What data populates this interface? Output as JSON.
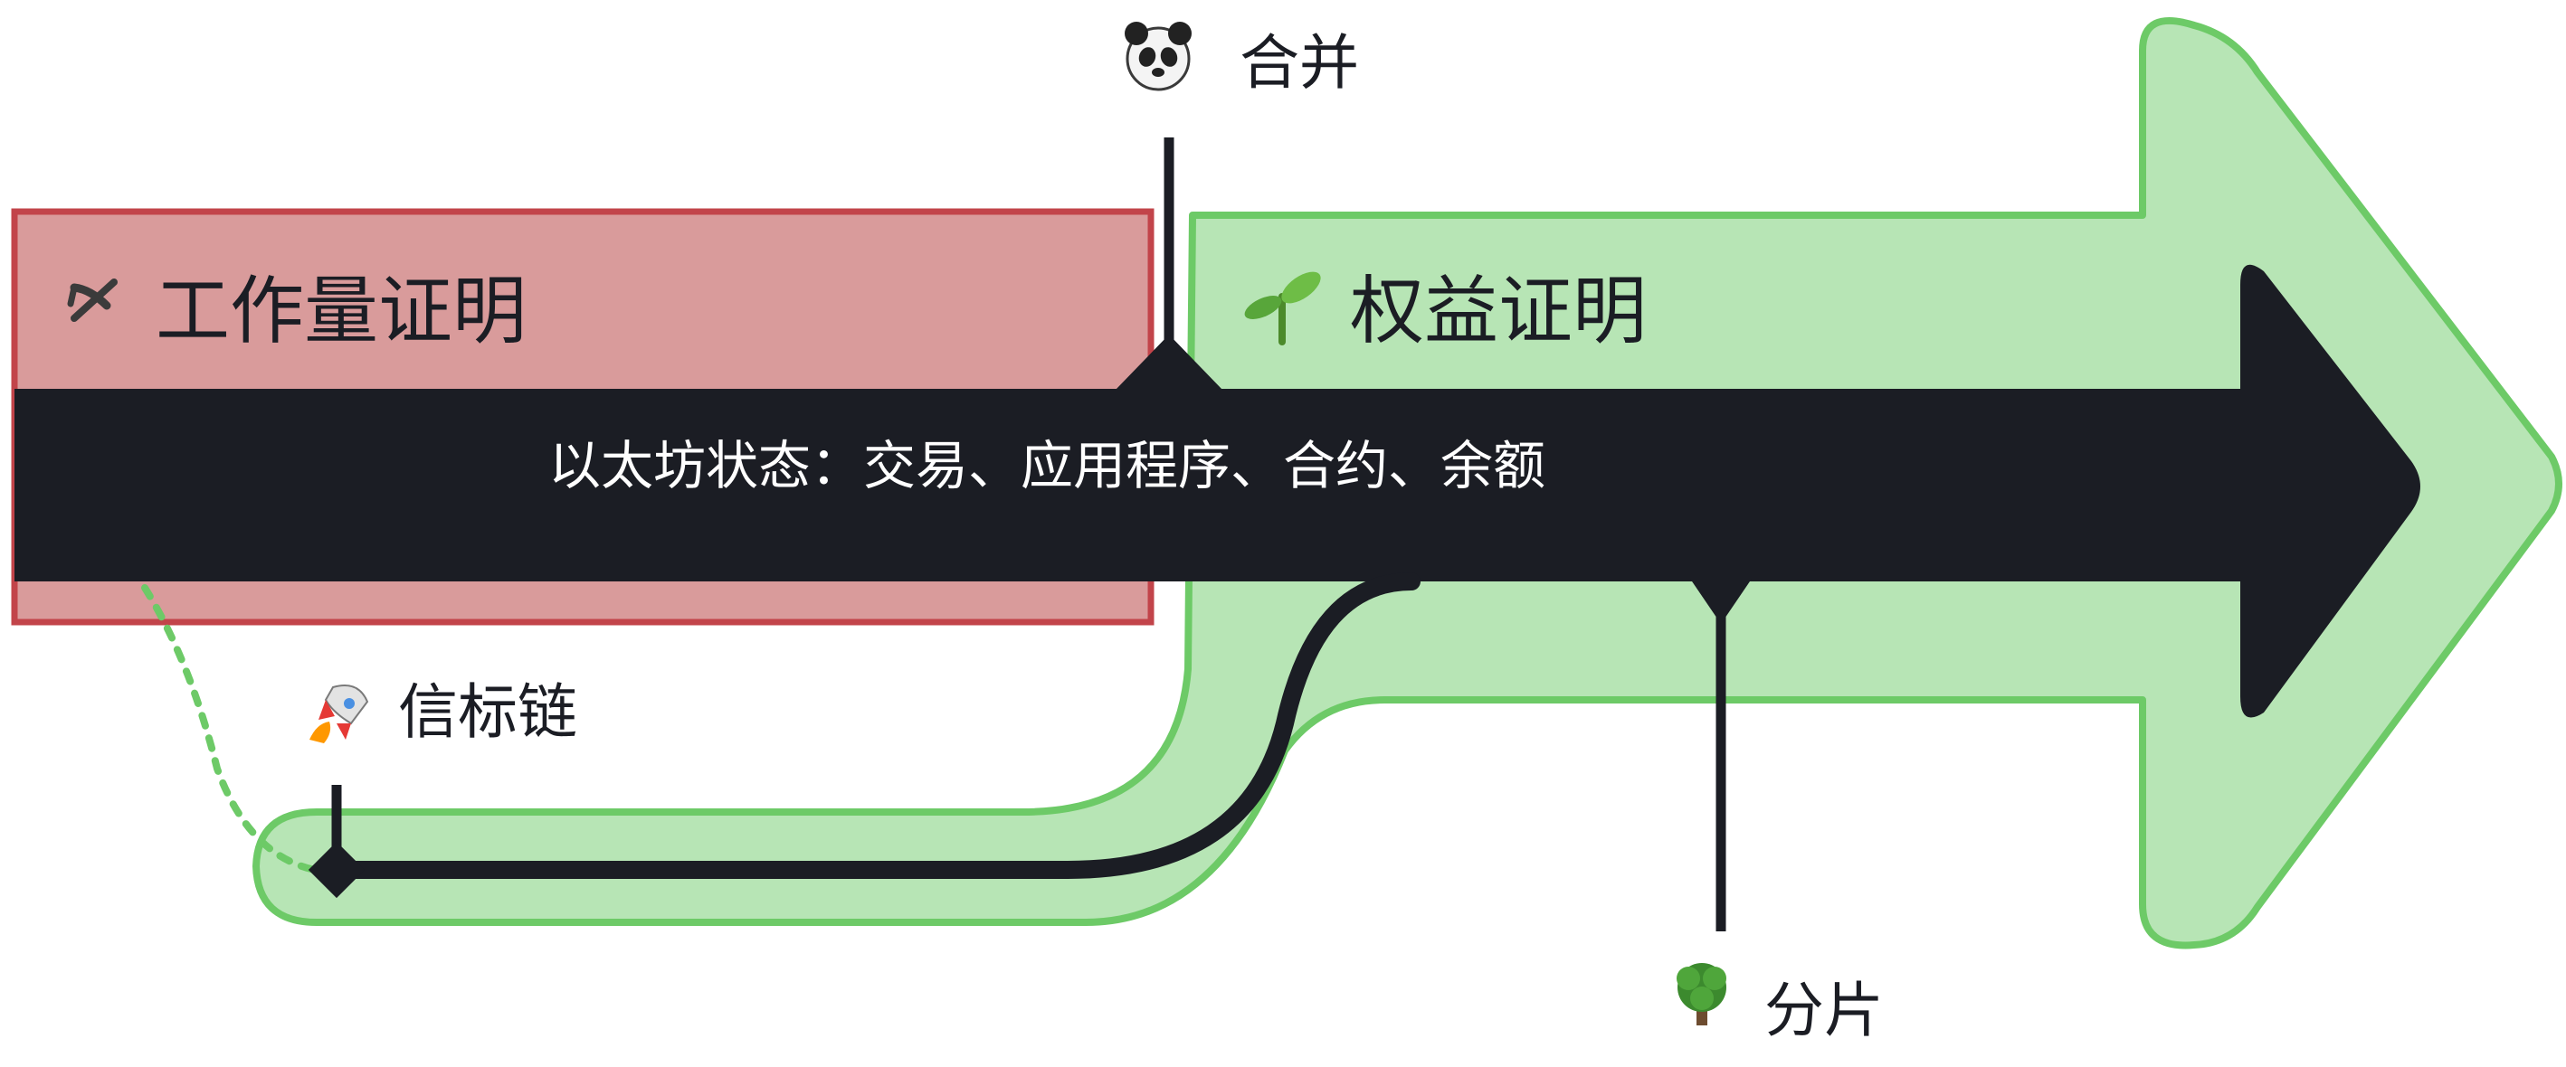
{
  "colors": {
    "pow_fill": "#d99b9b",
    "pow_border": "#c2444a",
    "pos_fill": "#b7e5b5",
    "pos_border": "#6dca67",
    "dark": "#1b1d24",
    "text_light": "#ffffff"
  },
  "labels": {
    "proof_of_work": "工作量证明",
    "proof_of_stake": "权益证明",
    "merge": "合并",
    "beacon_chain": "信标链",
    "sharding": "分片",
    "ethereum_state": "以太坊状态：交易、应用程序、合约、余额"
  },
  "icons": {
    "proof_of_work": "pickaxe-icon",
    "proof_of_stake": "seedling-icon",
    "merge": "panda-icon",
    "beacon_chain": "rocket-icon",
    "sharding": "tree-icon"
  }
}
